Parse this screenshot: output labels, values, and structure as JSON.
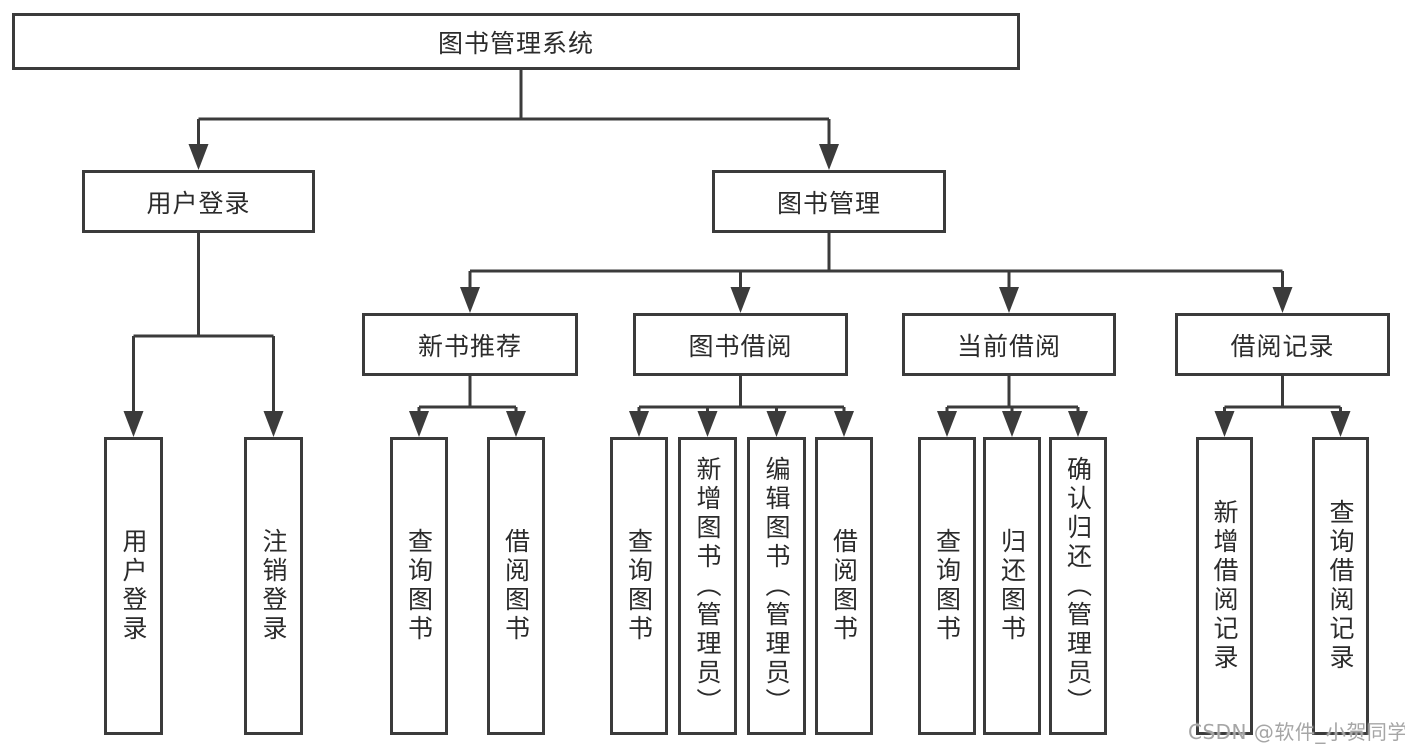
{
  "tree": {
    "label": "图书管理系统",
    "children": [
      {
        "label": "用户登录",
        "children": [
          {
            "label": "用户登录"
          },
          {
            "label": "注销登录"
          }
        ]
      },
      {
        "label": "图书管理",
        "children": [
          {
            "label": "新书推荐",
            "children": [
              {
                "label": "查询图书"
              },
              {
                "label": "借阅图书"
              }
            ]
          },
          {
            "label": "图书借阅",
            "children": [
              {
                "label": "查询图书"
              },
              {
                "label": "新增图书（管理员）"
              },
              {
                "label": "编辑图书（管理员）"
              },
              {
                "label": "借阅图书"
              }
            ]
          },
          {
            "label": "当前借阅",
            "children": [
              {
                "label": "查询图书"
              },
              {
                "label": "归还图书"
              },
              {
                "label": "确认归还（管理员）"
              }
            ]
          },
          {
            "label": "借阅记录",
            "children": [
              {
                "label": "新增借阅记录"
              },
              {
                "label": "查询借阅记录"
              }
            ]
          }
        ]
      }
    ]
  },
  "watermark": {
    "text": "CSDN @软件_小贺同学"
  },
  "colors": {
    "line": "#3b3b3b",
    "text": "#2b2b2b",
    "watermark": "#a6a6a6"
  }
}
